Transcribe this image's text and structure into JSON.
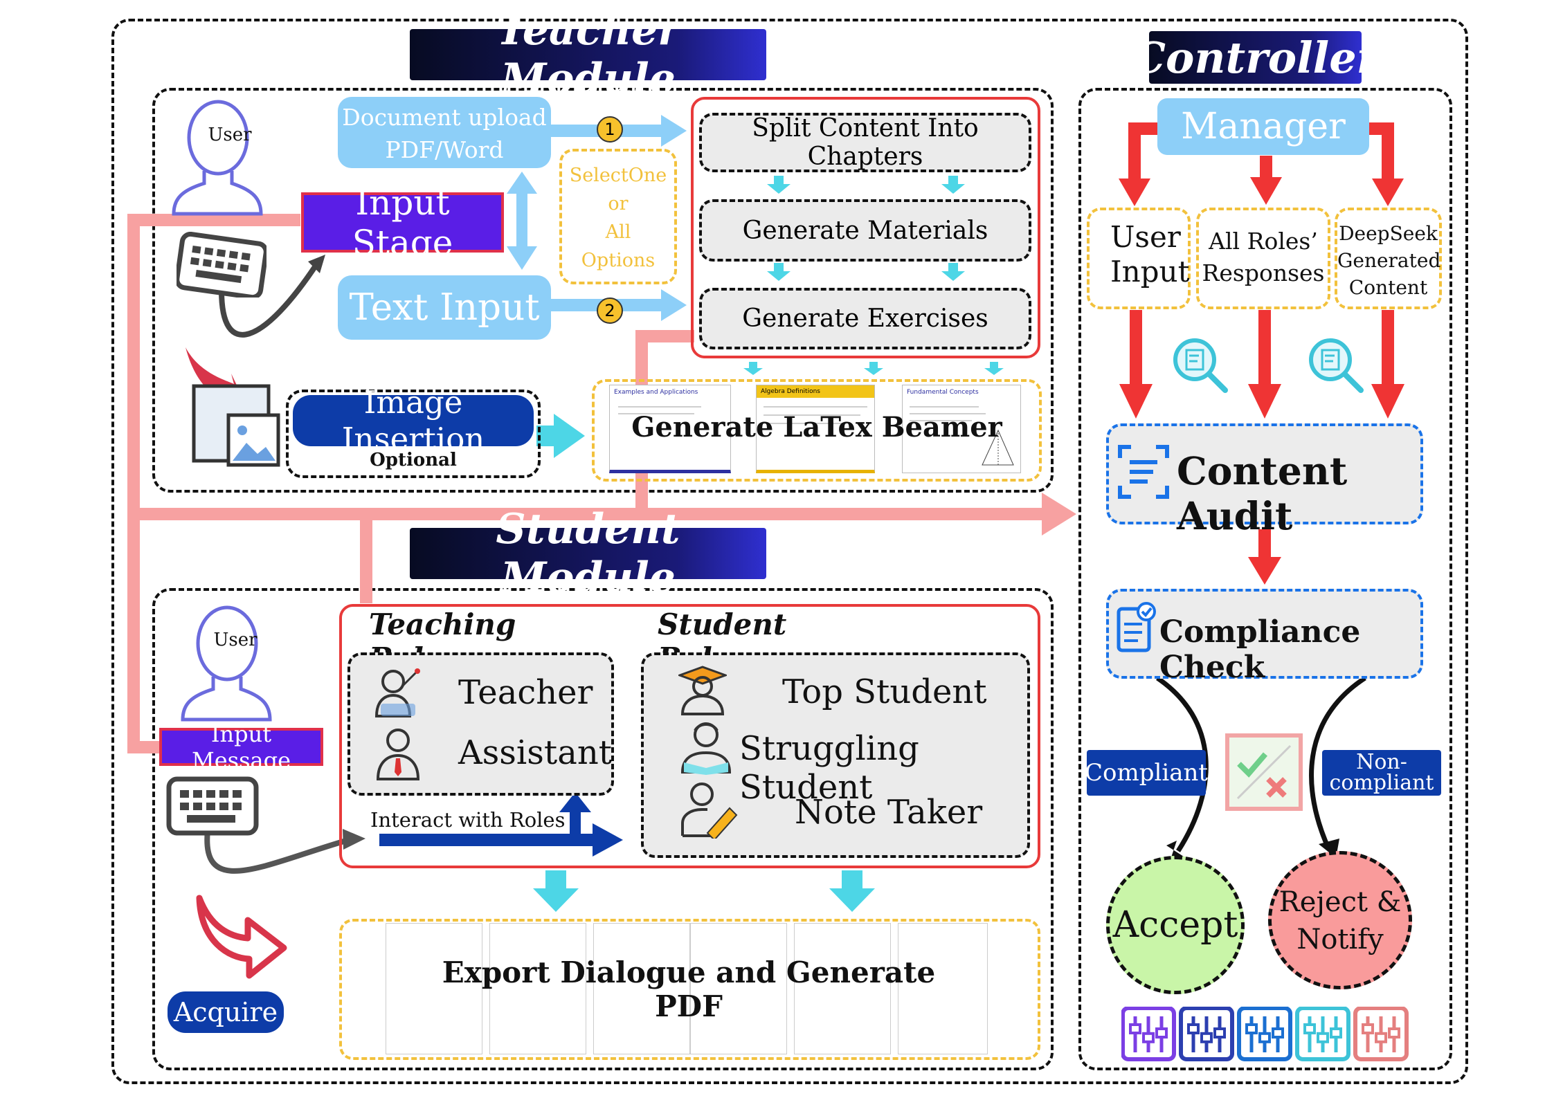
{
  "teacher_module": {
    "title": "Teacher Module",
    "user_label": "User",
    "doc_upload_line1": "Document upload",
    "doc_upload_line2": "PDF/Word",
    "input_stage": "Input Stage",
    "text_input": "Text Input",
    "select_options": [
      "SelectOne",
      "or",
      "All",
      "Options"
    ],
    "step1": "1",
    "step2": "2",
    "split_chapters": "Split Content Into Chapters",
    "generate_materials": "Generate Materials",
    "generate_exercises": "Generate Exercises",
    "image_insertion": "Image Insertion",
    "optional": "Optional",
    "latex_beamer": "Generate LaTex Beamer",
    "slides": [
      "Examples and Applications",
      "Algebra Definitions",
      "Fundamental Concepts"
    ]
  },
  "student_module": {
    "title": "Student Module",
    "user_label": "User",
    "input_message": "Input Message",
    "teaching_roles_title": "Teaching Roles",
    "student_roles_title": "Student Roles",
    "teaching_roles": [
      "Teacher",
      "Assistant"
    ],
    "student_roles": [
      "Top Student",
      "Struggling Student",
      "Note Taker"
    ],
    "interact": "Interact with Roles",
    "acquire": "Acquire",
    "export_pdf": "Export Dialogue and Generate PDF"
  },
  "controller": {
    "title": "Controller",
    "manager": "Manager",
    "user_input_line1": "User",
    "user_input_line2": "Input",
    "all_roles_line1": "All Roles’",
    "all_roles_line2": "Responses",
    "deepseek_line1": "DeepSeek",
    "deepseek_line2": "Generated",
    "deepseek_line3": "Content",
    "content_audit": "Content Audit",
    "compliance_check": "Compliance Check",
    "compliant": "Compliant",
    "noncompliant_line1": "Non-",
    "noncompliant_line2": "compliant",
    "accept": "Accept",
    "reject_line1": "Reject &",
    "reject_line2": "Notify"
  },
  "colors": {
    "pink_flow": "#f7a1a1",
    "red_arrow": "#ef3434",
    "cyan_arrow": "#4dd6e6",
    "navy": "#0d3ca8",
    "light_blue": "#8dcff8",
    "purple": "#5a1ee6"
  },
  "slider_icon_colors": [
    "#7b3fe4",
    "#2c3fb0",
    "#1b6fd1",
    "#3dc3d8",
    "#e47f7f"
  ]
}
